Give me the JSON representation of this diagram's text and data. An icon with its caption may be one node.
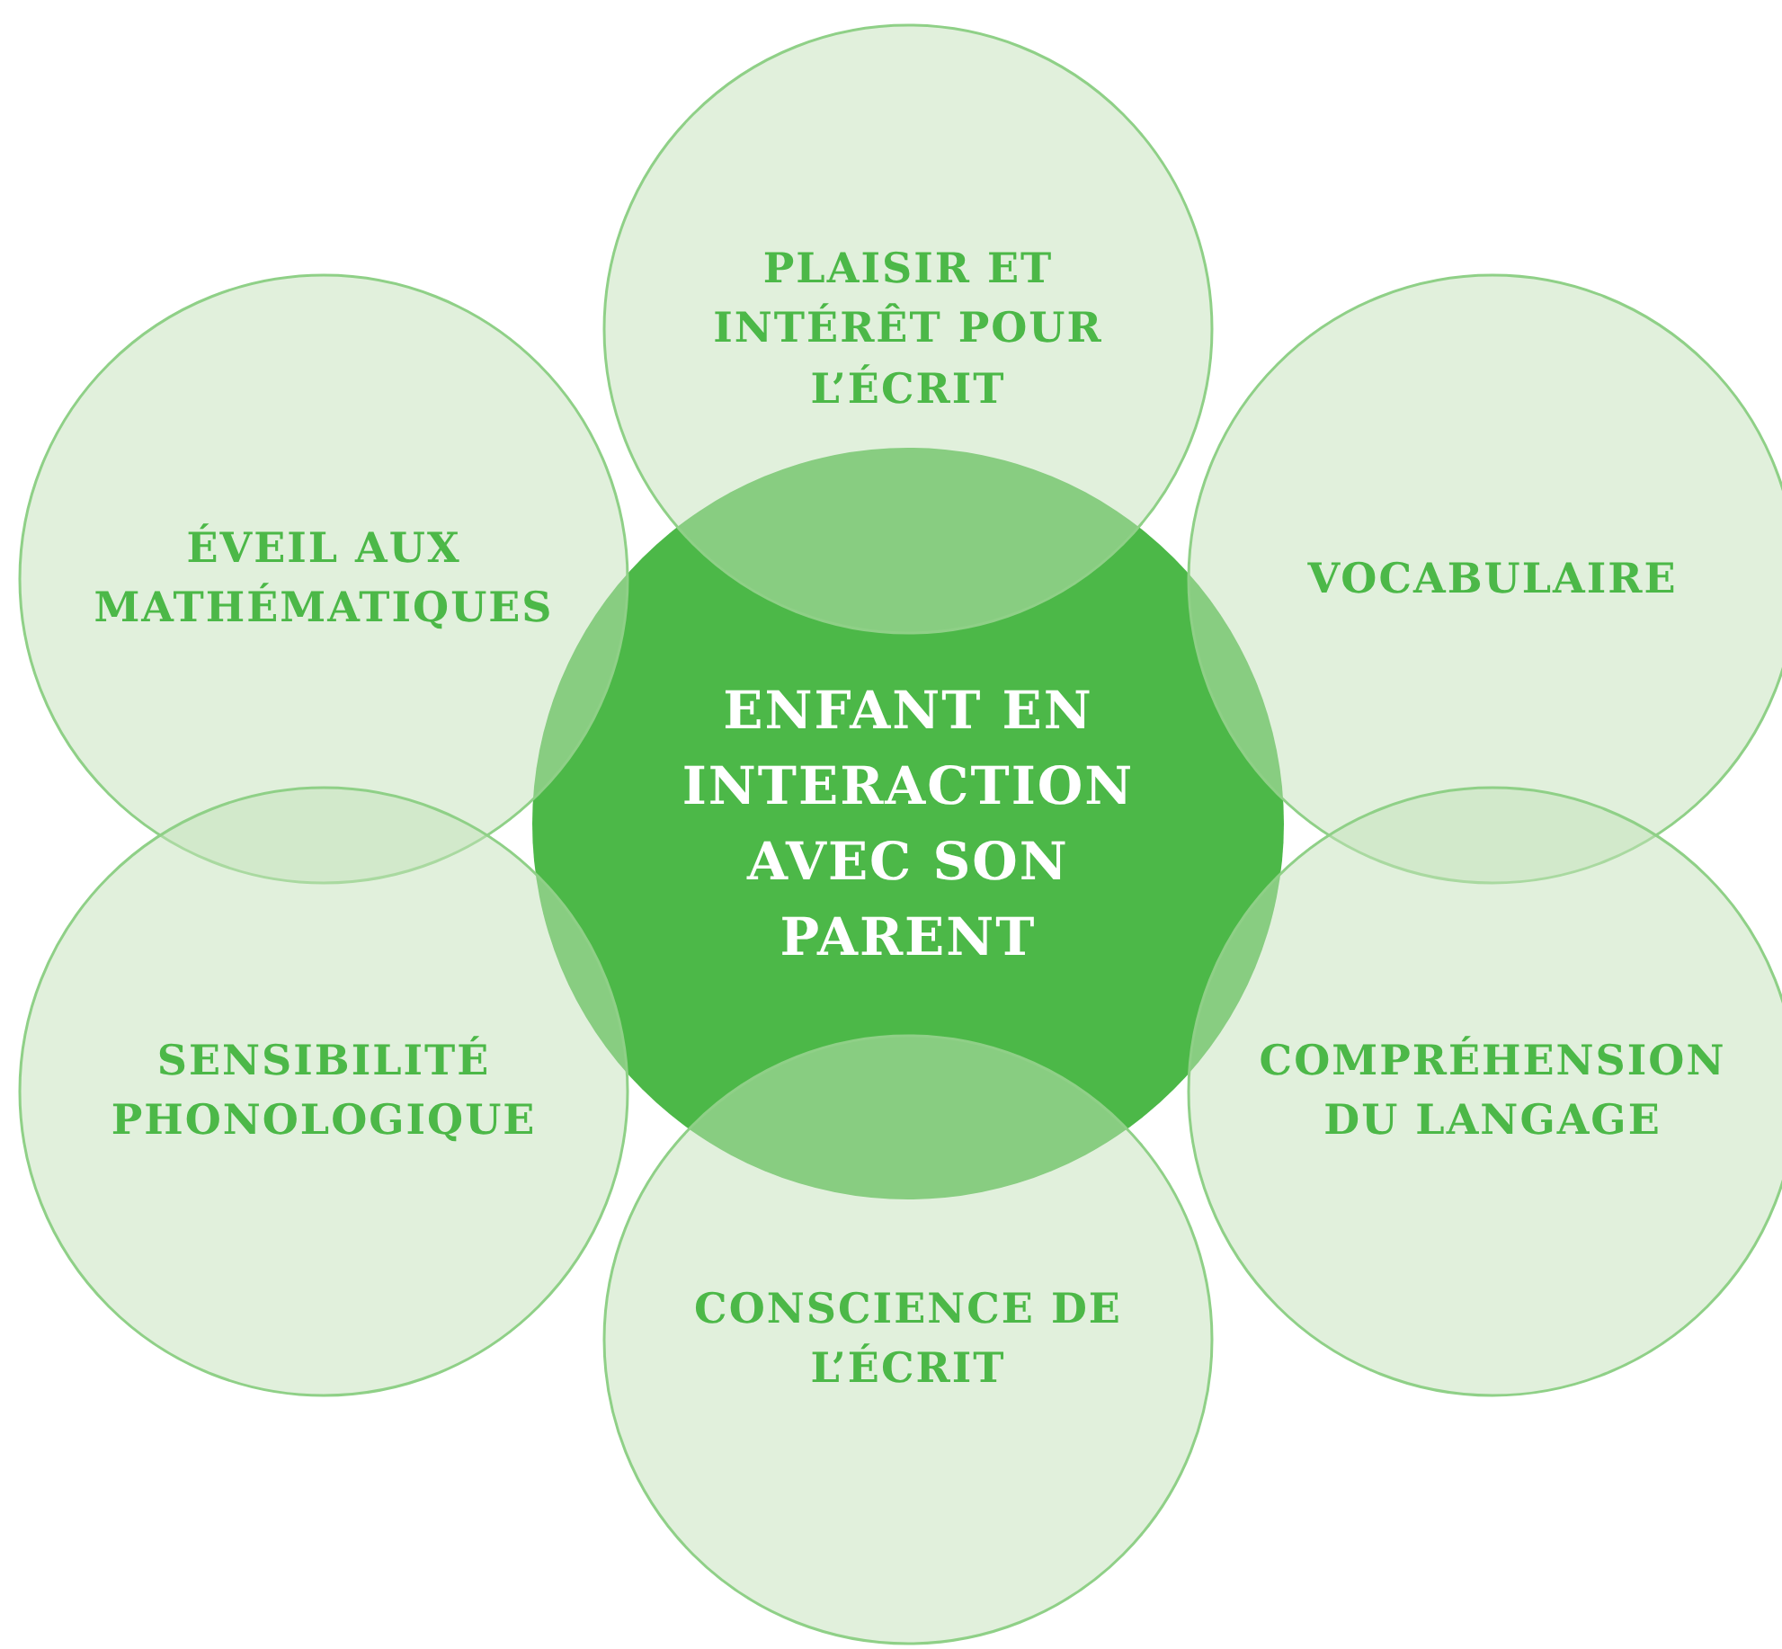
{
  "diagram": {
    "nodes": [
      {
        "text": [
          "PLAISIR ET INTÉRÊT POUR L’ÉCRIT"
        ]
      },
      {
        "text": [
          "ÉVEIL AUX MATHÉMATIQUES"
        ]
      },
      {
        "text": [
          "VOCABULAIRE"
        ]
      },
      {
        "text": [
          "ENFANT EN INTERACTION AVEC SON PARENT"
        ]
      },
      {
        "text": [
          "SENSIBILITÉ PHONOLOGIQUE"
        ]
      },
      {
        "text": [
          "COMPRÉHENSION DU LANGAGE"
        ]
      },
      {
        "text": [
          "CONSCIENCE DE L’ÉCRIT"
        ]
      }
    ]
  }
}
